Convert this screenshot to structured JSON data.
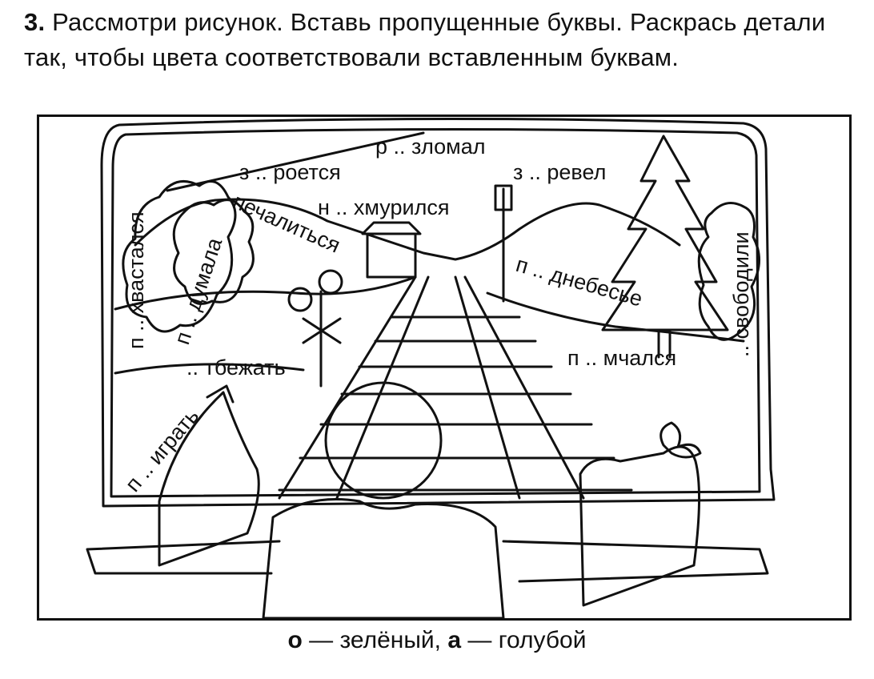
{
  "task": {
    "number": "3.",
    "text": "Рассмотри рисунок. Вставь пропущенные буквы. Раскрась детали так, чтобы цвета соответствовали вставленным буквам."
  },
  "words": {
    "w1": "р .. зломал",
    "w2": "з .. роется",
    "w3": "з .. ревел",
    "w4": "н .. хмурился",
    "w5": "печалиться",
    "w6": "п .. хвастался",
    "w7": "п .. думала",
    "w8": "п .. днебесье",
    "w9": ".. свободили",
    "w10": ".. тбежать",
    "w11": "п .. мчался",
    "w12": "п .. играть"
  },
  "legend": {
    "o_letter": "о",
    "o_text": " — зелёный, ",
    "a_letter": "а",
    "a_text": " — голубой"
  }
}
